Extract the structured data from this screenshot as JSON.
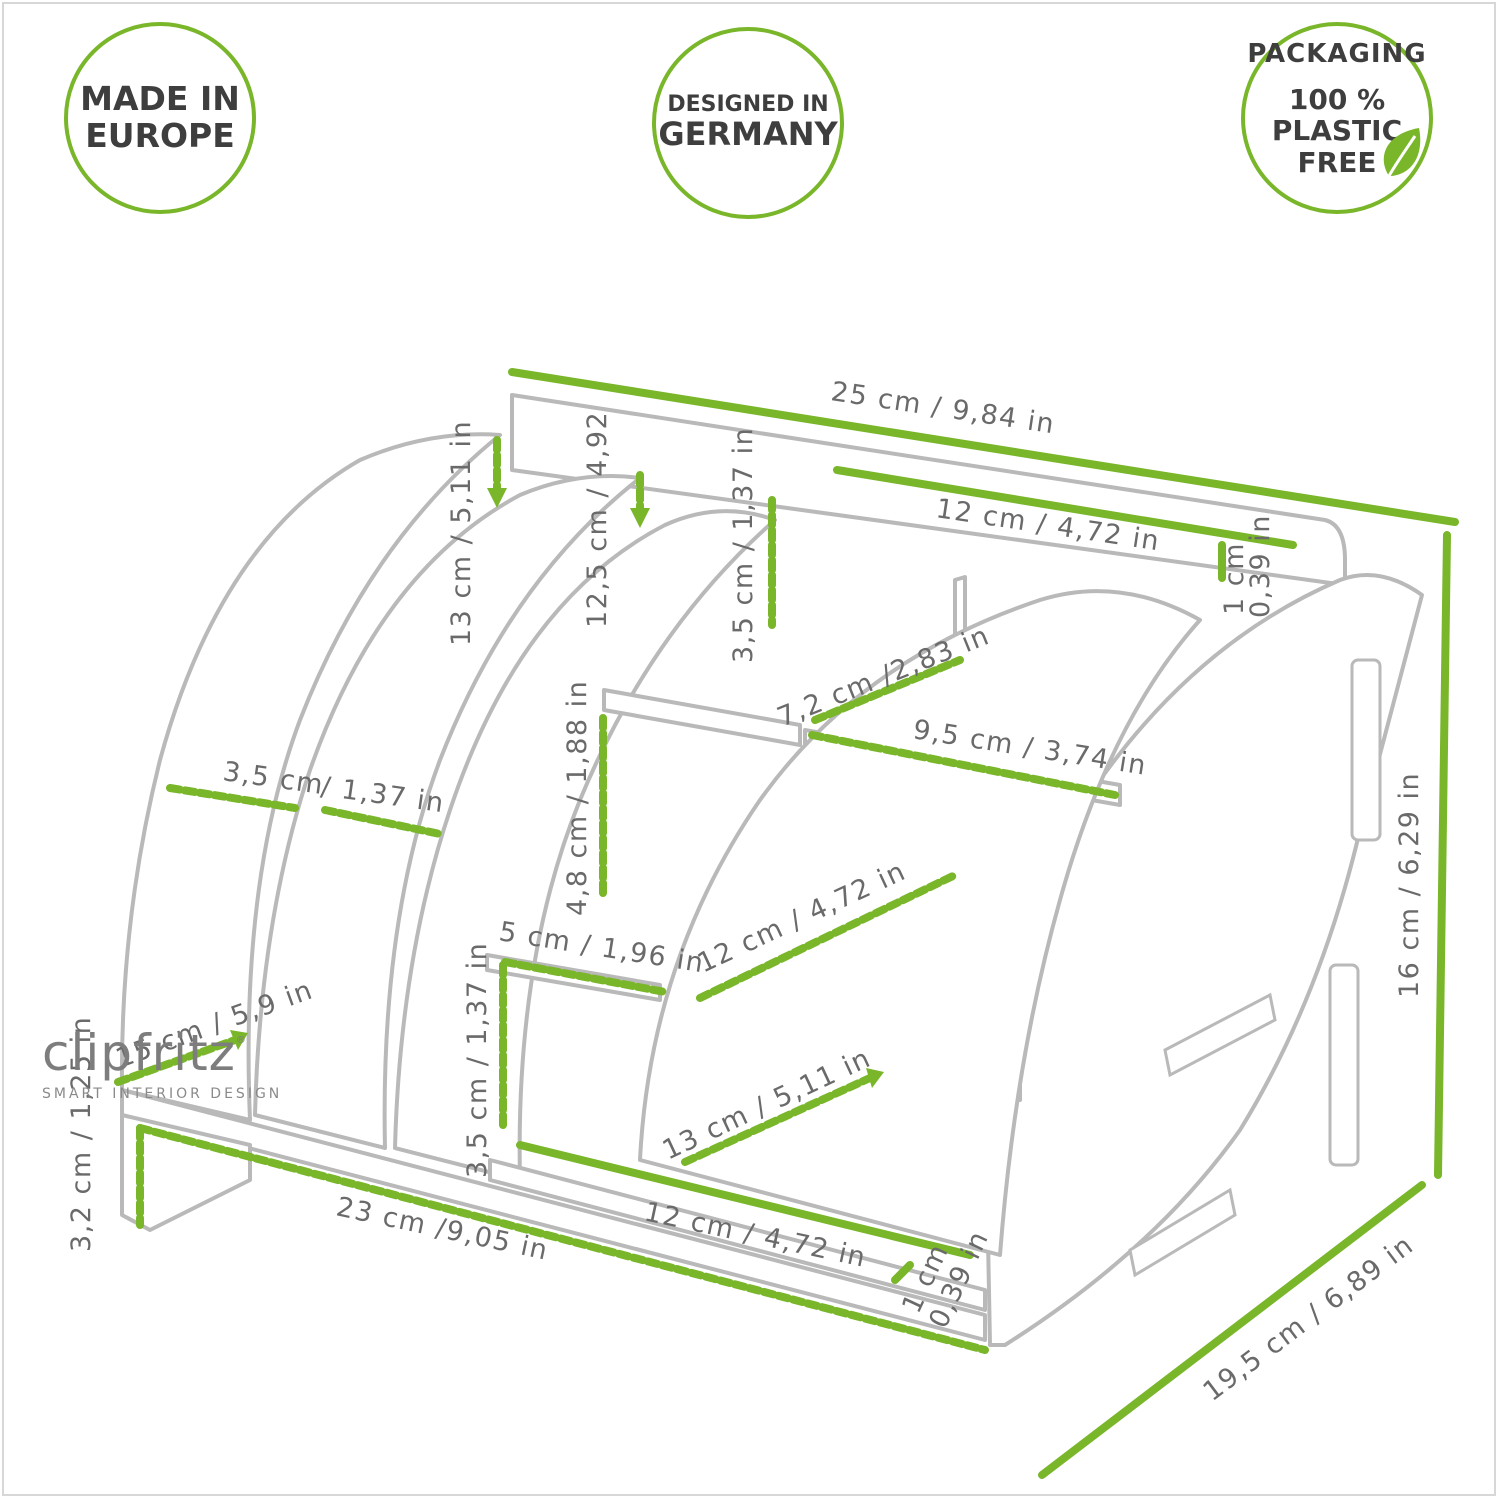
{
  "badges": {
    "europe": {
      "line1": "MADE IN",
      "line2": "EUROPE"
    },
    "germany": {
      "line1": "DESIGNED IN",
      "line2": "GERMANY"
    },
    "packaging": {
      "arc": "PACKAGING",
      "line1": "100 %",
      "line2": "PLASTIC",
      "line3": "FREE",
      "icon": "leaf-icon"
    }
  },
  "brand": {
    "name": "clipfritz",
    "mark": "®",
    "tagline": "SMART INTERIOR DESIGN"
  },
  "colors": {
    "accent": "#79b62a",
    "dimension_text": "#6a6a6a",
    "panel_edge": "#b9b9b9"
  },
  "dimensions": {
    "top_width": "25 cm / 9,84 in",
    "back_slot_width": "12 cm / 4,72 in",
    "back_slot_depth_a": "1 cm",
    "back_slot_depth_b": "0,39 in",
    "height": "16 cm / 6,29 in",
    "depth": "19,5 cm / 6,89 in",
    "panel1_height": "13 cm / 5,11 in",
    "panel2_height": "12,5 cm / 4,92",
    "back_step_height": "3,5 cm / 1,37 in",
    "compartment_a": "3,5 cm",
    "compartment_b": "/ 1,37 in",
    "shelf_height": "4,8 cm / 1,88 in",
    "upper_shelf_depth": "7,2 cm /2,83 in",
    "upper_shelf_width": "9,5 cm / 3,74 in",
    "mid_shelf_small": "5 cm / 1,96 in",
    "mid_shelf_large": "12 cm / 4,72 in",
    "base_front_depth": "15 cm / 5,9 in",
    "base_height": "3,2 cm / 1,25 in",
    "base_length": "23 cm /9,05 in",
    "low_step_height": "3,5 cm / 1,37 in",
    "bottom_slot_width": "12 cm / 4,72 in",
    "bottom_slot_depth_a": "1 cm",
    "bottom_slot_depth_b": "0,39 in",
    "bottom_shelf_depth": "13 cm / 5,11 in"
  }
}
